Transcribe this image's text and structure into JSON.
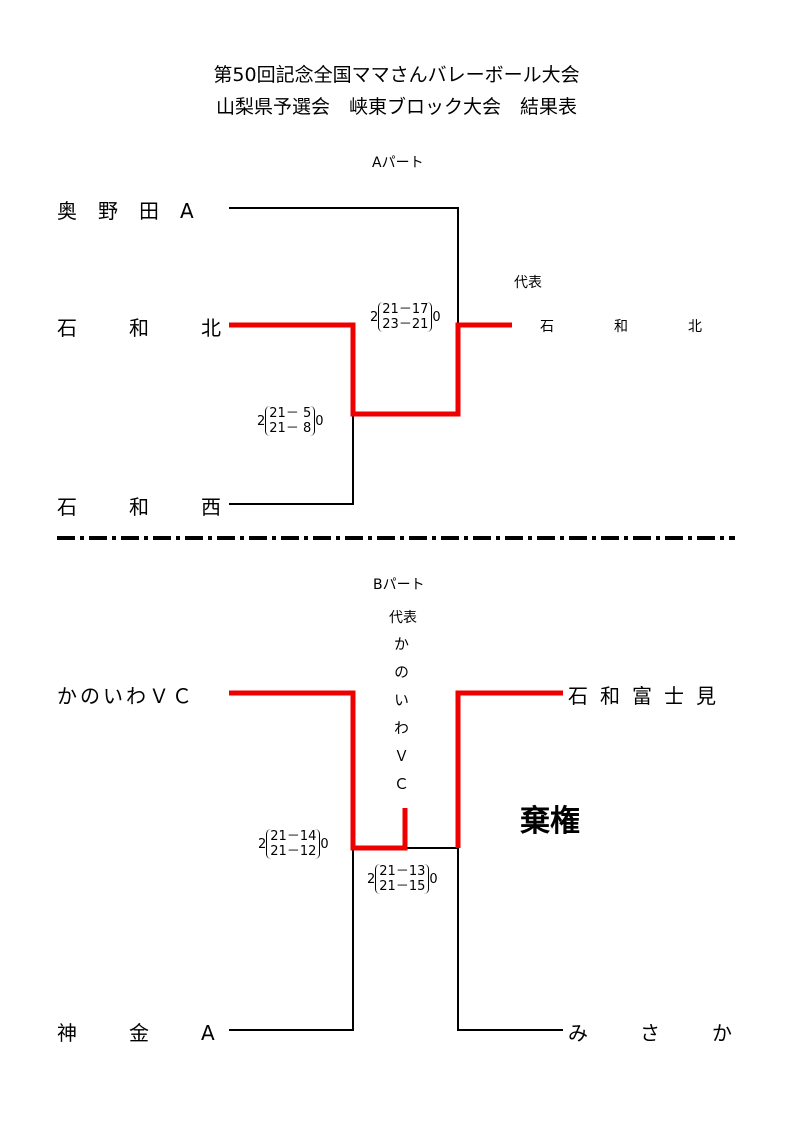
{
  "title": {
    "line1": "第50回記念全国ママさんバレーボール大会",
    "line2": "山梨県予選会　峡東ブロック大会　結果表"
  },
  "part_a": {
    "label": "Aパート",
    "teams": [
      "奥野田A",
      "石和北",
      "石和西"
    ],
    "rep_label": "代表",
    "rep": "石和北",
    "matches": [
      {
        "win": "2",
        "lose": "0",
        "sets": [
          "21－ 5",
          "21－ 8"
        ]
      },
      {
        "win": "2",
        "lose": "0",
        "sets": [
          "21－17",
          "23－21"
        ]
      }
    ]
  },
  "part_b": {
    "label": "Bパート",
    "rep_label": "代表",
    "rep": "かのいわＶＣ",
    "teams_left": [
      "かのいわＶＣ",
      "神金A"
    ],
    "teams_right": [
      "石和富士見",
      "みさか"
    ],
    "forfeit": "棄権",
    "matches": [
      {
        "win": "2",
        "lose": "0",
        "sets": [
          "21－14",
          "21－12"
        ]
      },
      {
        "win": "2",
        "lose": "0",
        "sets": [
          "21－13",
          "21－15"
        ]
      }
    ]
  },
  "colors": {
    "winner_line": "#ee0000",
    "line": "#000000"
  }
}
